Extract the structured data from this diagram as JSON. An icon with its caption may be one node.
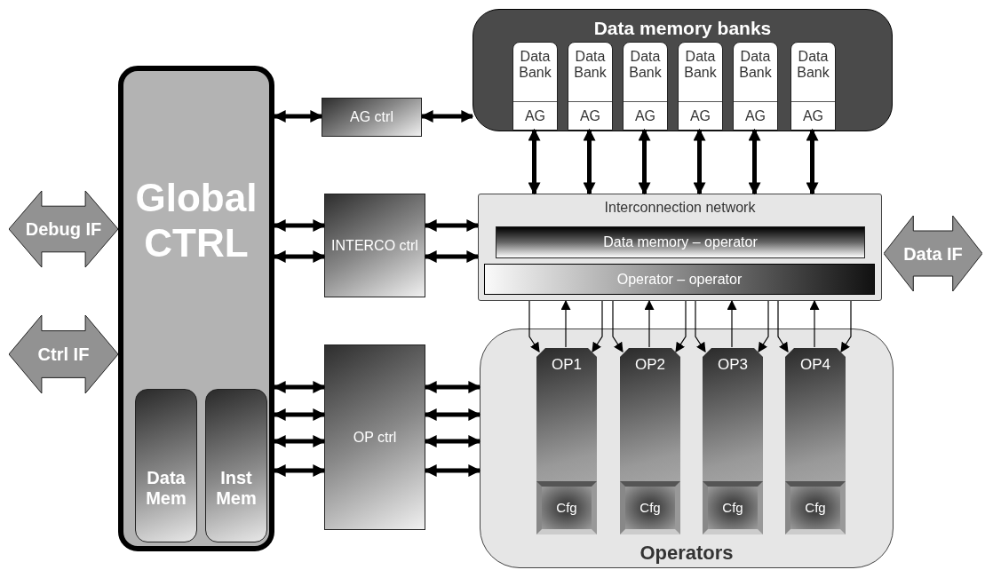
{
  "diagram": {
    "nodes": [
      {
        "text": [
          "Global CTRL"
        ]
      },
      {
        "text": [
          "Data Mem"
        ],
        "in": 0
      },
      {
        "text": [
          "Inst Mem"
        ],
        "in": 0
      },
      {
        "text": [
          "Debug IF"
        ]
      },
      {
        "text": [
          "Ctrl IF"
        ]
      },
      {
        "text": [
          "AG ctrl"
        ]
      },
      {
        "text": [
          "INTERCO ctrl"
        ]
      },
      {
        "text": [
          "OP ctrl"
        ]
      },
      {
        "text": [
          "Data memory banks"
        ]
      },
      {
        "text": [
          "Data Bank",
          "AG"
        ],
        "in": 8
      },
      {
        "text": [
          "Data Bank",
          "AG"
        ],
        "in": 8
      },
      {
        "text": [
          "Data Bank",
          "AG"
        ],
        "in": 8
      },
      {
        "text": [
          "Data Bank",
          "AG"
        ],
        "in": 8
      },
      {
        "text": [
          "Data Bank",
          "AG"
        ],
        "in": 8
      },
      {
        "text": [
          "Data Bank",
          "AG"
        ],
        "in": 8
      },
      {
        "text": [
          "Interconnection network"
        ]
      },
      {
        "text": [
          "Data memory – operator"
        ],
        "in": 15
      },
      {
        "text": [
          "Operator – operator"
        ],
        "in": 15
      },
      {
        "text": [
          "Data IF"
        ]
      },
      {
        "text": [
          "Operators"
        ]
      },
      {
        "text": [
          "OP1"
        ],
        "in": 19
      },
      {
        "text": [
          "OP2"
        ],
        "in": 19
      },
      {
        "text": [
          "OP3"
        ],
        "in": 19
      },
      {
        "text": [
          "OP4"
        ],
        "in": 19
      },
      {
        "text": [
          "Cfg"
        ],
        "in": 20
      },
      {
        "text": [
          "Cfg"
        ],
        "in": 21
      },
      {
        "text": [
          "Cfg"
        ],
        "in": 22
      },
      {
        "text": [
          "Cfg"
        ],
        "in": 23
      }
    ],
    "edges": [
      {
        "from": 0,
        "to": 5,
        "arrow": "both"
      },
      {
        "from": 5,
        "to": 8,
        "arrow": "both"
      },
      {
        "from": 0,
        "to": 6,
        "arrow": "both"
      },
      {
        "from": 0,
        "to": 6,
        "arrow": "both"
      },
      {
        "from": 6,
        "to": 15,
        "arrow": "both"
      },
      {
        "from": 6,
        "to": 15,
        "arrow": "both"
      },
      {
        "from": 0,
        "to": 7,
        "arrow": "both"
      },
      {
        "from": 0,
        "to": 7,
        "arrow": "both"
      },
      {
        "from": 0,
        "to": 7,
        "arrow": "both"
      },
      {
        "from": 0,
        "to": 7,
        "arrow": "both"
      },
      {
        "from": 7,
        "to": 19,
        "arrow": "both"
      },
      {
        "from": 7,
        "to": 19,
        "arrow": "both"
      },
      {
        "from": 7,
        "to": 19,
        "arrow": "both"
      },
      {
        "from": 7,
        "to": 19,
        "arrow": "both"
      },
      {
        "from": 9,
        "to": 15,
        "arrow": "both"
      },
      {
        "from": 10,
        "to": 15,
        "arrow": "both"
      },
      {
        "from": 11,
        "to": 15,
        "arrow": "both"
      },
      {
        "from": 12,
        "to": 15,
        "arrow": "both"
      },
      {
        "from": 13,
        "to": 15,
        "arrow": "both"
      },
      {
        "from": 14,
        "to": 15,
        "arrow": "both"
      },
      {
        "from": 15,
        "to": 20,
        "arrow": "to"
      },
      {
        "from": 20,
        "to": 15,
        "arrow": "to"
      },
      {
        "from": 15,
        "to": 20,
        "arrow": "to"
      },
      {
        "from": 15,
        "to": 21,
        "arrow": "to"
      },
      {
        "from": 21,
        "to": 15,
        "arrow": "to"
      },
      {
        "from": 15,
        "to": 21,
        "arrow": "to"
      },
      {
        "from": 15,
        "to": 22,
        "arrow": "to"
      },
      {
        "from": 22,
        "to": 15,
        "arrow": "to"
      },
      {
        "from": 15,
        "to": 22,
        "arrow": "to"
      },
      {
        "from": 15,
        "to": 23,
        "arrow": "to"
      },
      {
        "from": 23,
        "to": 15,
        "arrow": "to"
      },
      {
        "from": 15,
        "to": 23,
        "arrow": "to"
      }
    ]
  }
}
